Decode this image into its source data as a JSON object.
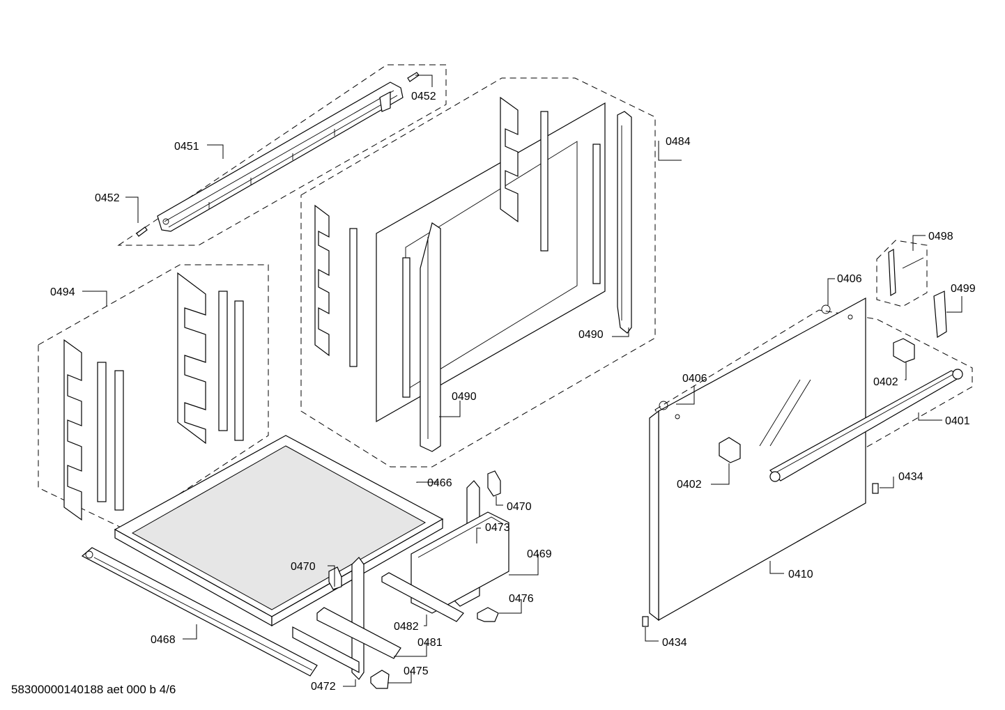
{
  "footer_text": "58300000140188 aet 000 b 4/6",
  "labels": [
    {
      "id": "0452-top",
      "text": "0452"
    },
    {
      "id": "0451",
      "text": "0451"
    },
    {
      "id": "0452-left",
      "text": "0452"
    },
    {
      "id": "0484",
      "text": "0484"
    },
    {
      "id": "0494",
      "text": "0494"
    },
    {
      "id": "0490-right",
      "text": "0490"
    },
    {
      "id": "0490-center",
      "text": "0490"
    },
    {
      "id": "0498",
      "text": "0498"
    },
    {
      "id": "0406-top",
      "text": "0406"
    },
    {
      "id": "0499",
      "text": "0499"
    },
    {
      "id": "0406-left",
      "text": "0406"
    },
    {
      "id": "0402-right",
      "text": "0402"
    },
    {
      "id": "0401",
      "text": "0401"
    },
    {
      "id": "0402-left",
      "text": "0402"
    },
    {
      "id": "0434-right",
      "text": "0434"
    },
    {
      "id": "0466",
      "text": "0466"
    },
    {
      "id": "0470-right",
      "text": "0470"
    },
    {
      "id": "0473",
      "text": "0473"
    },
    {
      "id": "0469",
      "text": "0469"
    },
    {
      "id": "0470-left",
      "text": "0470"
    },
    {
      "id": "0476",
      "text": "0476"
    },
    {
      "id": "0410",
      "text": "0410"
    },
    {
      "id": "0482",
      "text": "0482"
    },
    {
      "id": "0468",
      "text": "0468"
    },
    {
      "id": "0481",
      "text": "0481"
    },
    {
      "id": "0434-bottom",
      "text": "0434"
    },
    {
      "id": "0475",
      "text": "0475"
    },
    {
      "id": "0472",
      "text": "0472"
    }
  ]
}
